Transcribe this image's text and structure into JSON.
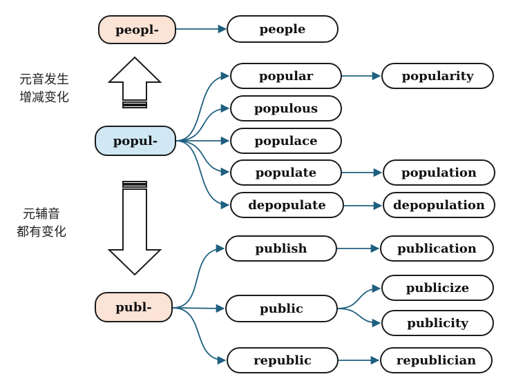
{
  "colors": {
    "link": "#1f5f7f",
    "peach": "#fbe3d6",
    "blue": "#cfe8f4",
    "arrow": "#1a1a1a"
  },
  "roots": {
    "peopl": "peopl-",
    "popul": "popul-",
    "publ": "publ-"
  },
  "words": {
    "people": "people",
    "popular": "popular",
    "popularity": "popularity",
    "populous": "populous",
    "populace": "populace",
    "populate": "populate",
    "population": "population",
    "depopulate": "depopulate",
    "depopulation": "depopulation",
    "publish": "publish",
    "publication": "publication",
    "public": "public",
    "publicize": "publicize",
    "publicity": "publicity",
    "republic": "republic",
    "republician": "republician"
  },
  "notes": {
    "vowel_line1": "元音发生",
    "vowel_line2": "增减变化",
    "consonant_line1": "元辅音",
    "consonant_line2": "都有变化"
  }
}
